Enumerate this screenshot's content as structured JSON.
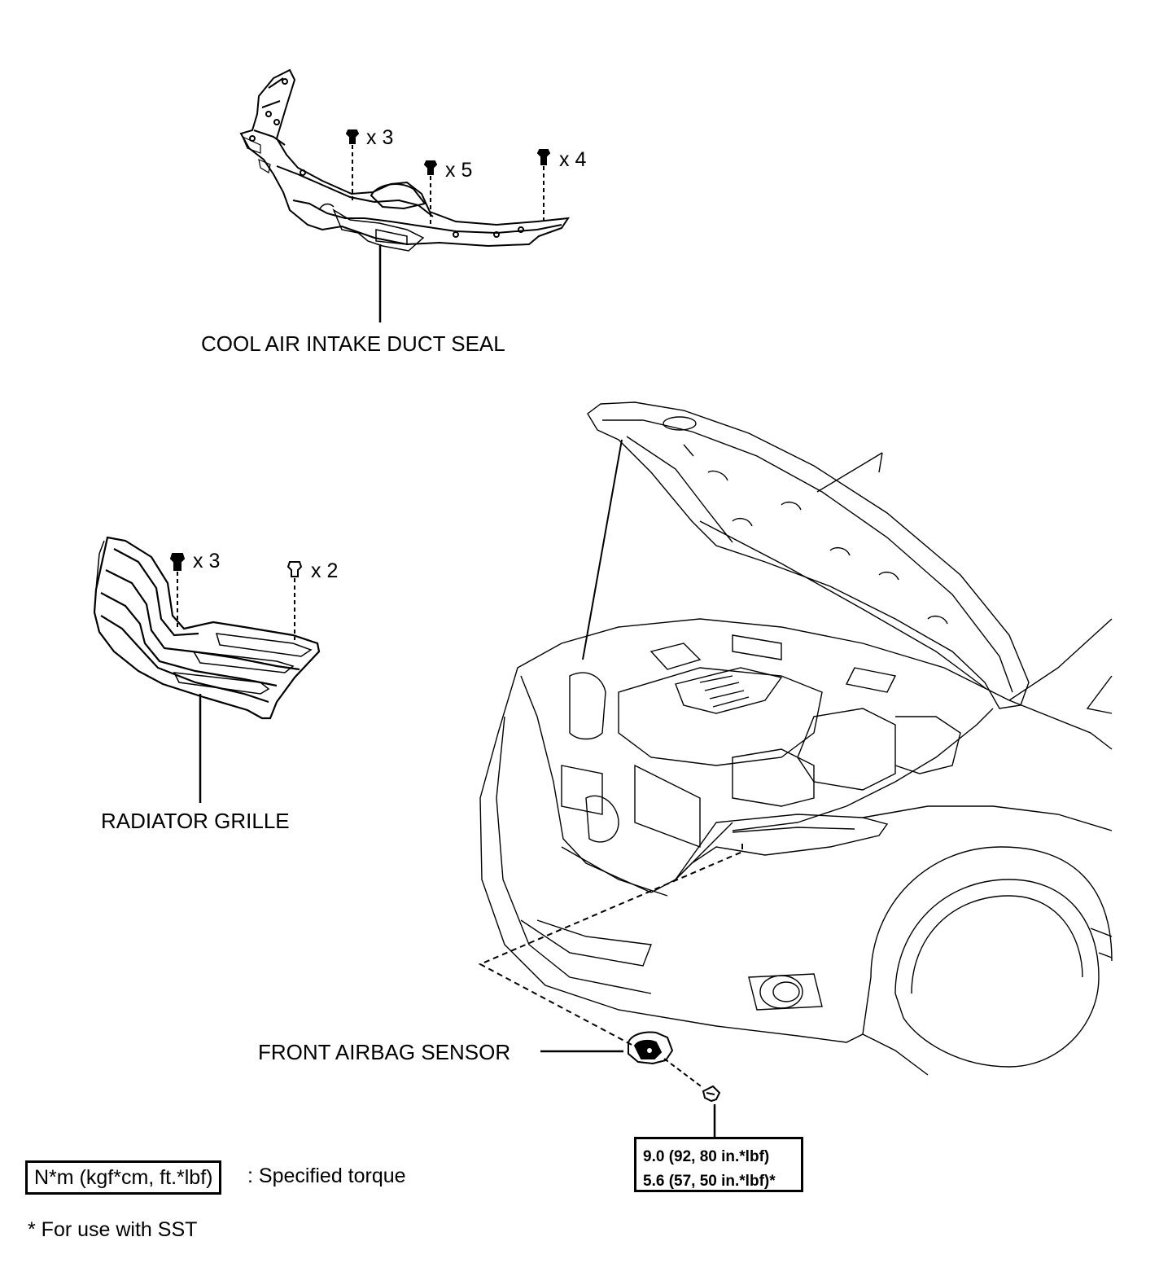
{
  "labels": {
    "duct_seal": "COOL AIR INTAKE DUCT SEAL",
    "radiator_grille": "RADIATOR GRILLE",
    "front_airbag_sensor": "FRONT AIRBAG SENSOR"
  },
  "fastener_counts": {
    "duct_clip_a": "x 3",
    "duct_clip_b": "x 5",
    "duct_clip_c": "x 4",
    "grille_bolt": "x 3",
    "grille_clip": "x 2"
  },
  "torque": {
    "line1": "9.0 (92, 80 in.*lbf)",
    "line2": "5.6 (57, 50 in.*lbf)*"
  },
  "legend": {
    "torque_unit": "N*m (kgf*cm, ft.*lbf)",
    "torque_desc": ": Specified torque",
    "sst_note": "* For use with SST"
  },
  "colors": {
    "line": "#000000",
    "background": "#ffffff"
  }
}
